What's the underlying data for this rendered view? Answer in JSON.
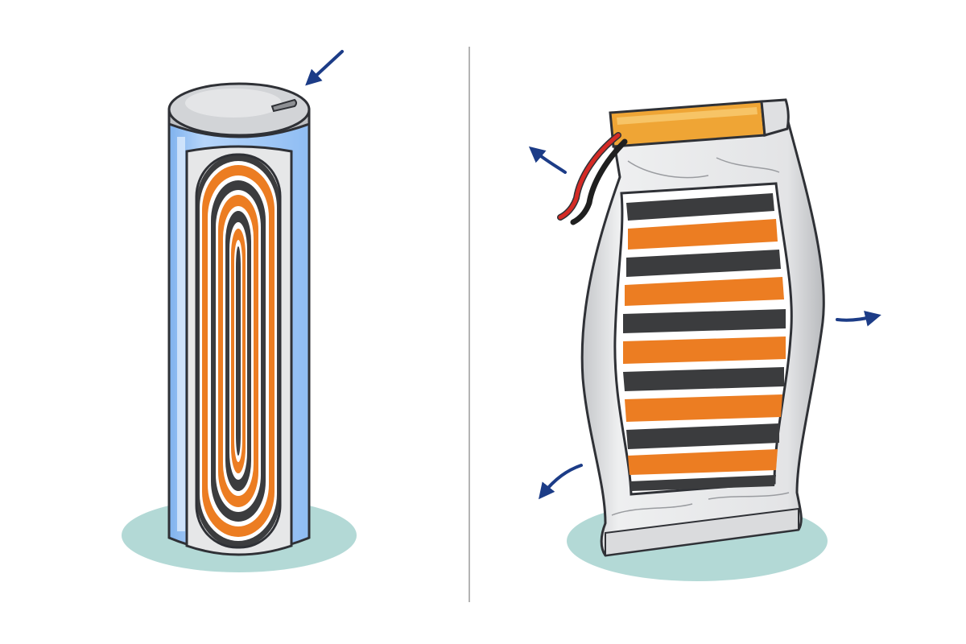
{
  "colors": {
    "background": "#ffffff",
    "divider": "#b4b4b4",
    "shadow": "#b3d9d6",
    "outline": "#2f3136",
    "can_blue": "#8fbdf3",
    "can_blue_light": "#b6d5fa",
    "cap_gray": "#d2d4d7",
    "inner_gray": "#e6e7e8",
    "electrode_orange": "#ec7d22",
    "electrode_black": "#3b3c3e",
    "pouch_gray": "#cfd1d4",
    "pouch_highlight": "#eeeff0",
    "tab_orange": "#efa535",
    "wire_red": "#d42a25",
    "wire_black": "#1f1f1f",
    "arrow_navy": "#1c3c87"
  },
  "panels": [
    {
      "id": "cylindrical-cell",
      "electrode_layout": "jelly-roll",
      "arrows": [
        "inward-at-cap"
      ]
    },
    {
      "id": "pouch-cell",
      "electrode_layout": "stacked",
      "arrows": [
        "outward-top-left",
        "outward-right",
        "outward-bottom-left"
      ]
    }
  ]
}
